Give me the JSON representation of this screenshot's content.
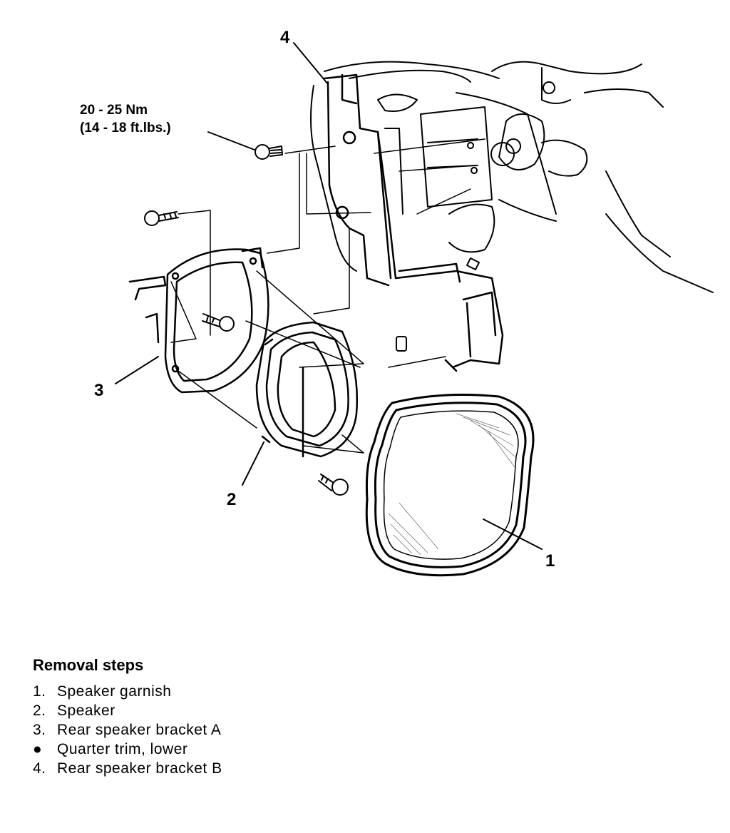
{
  "diagram": {
    "torque": {
      "line1": "20 - 25 Nm",
      "line2": "(14 - 18 ft.lbs.)"
    },
    "callouts": {
      "c1": "1",
      "c2": "2",
      "c3": "3",
      "c4": "4"
    }
  },
  "removal": {
    "title": "Removal steps",
    "steps": [
      {
        "marker": "1.",
        "text": "Speaker garnish"
      },
      {
        "marker": "2.",
        "text": "Speaker"
      },
      {
        "marker": "3.",
        "text": "Rear speaker bracket A"
      },
      {
        "marker": "●",
        "text": "Quarter trim, lower"
      },
      {
        "marker": "4.",
        "text": "Rear speaker bracket B"
      }
    ]
  }
}
